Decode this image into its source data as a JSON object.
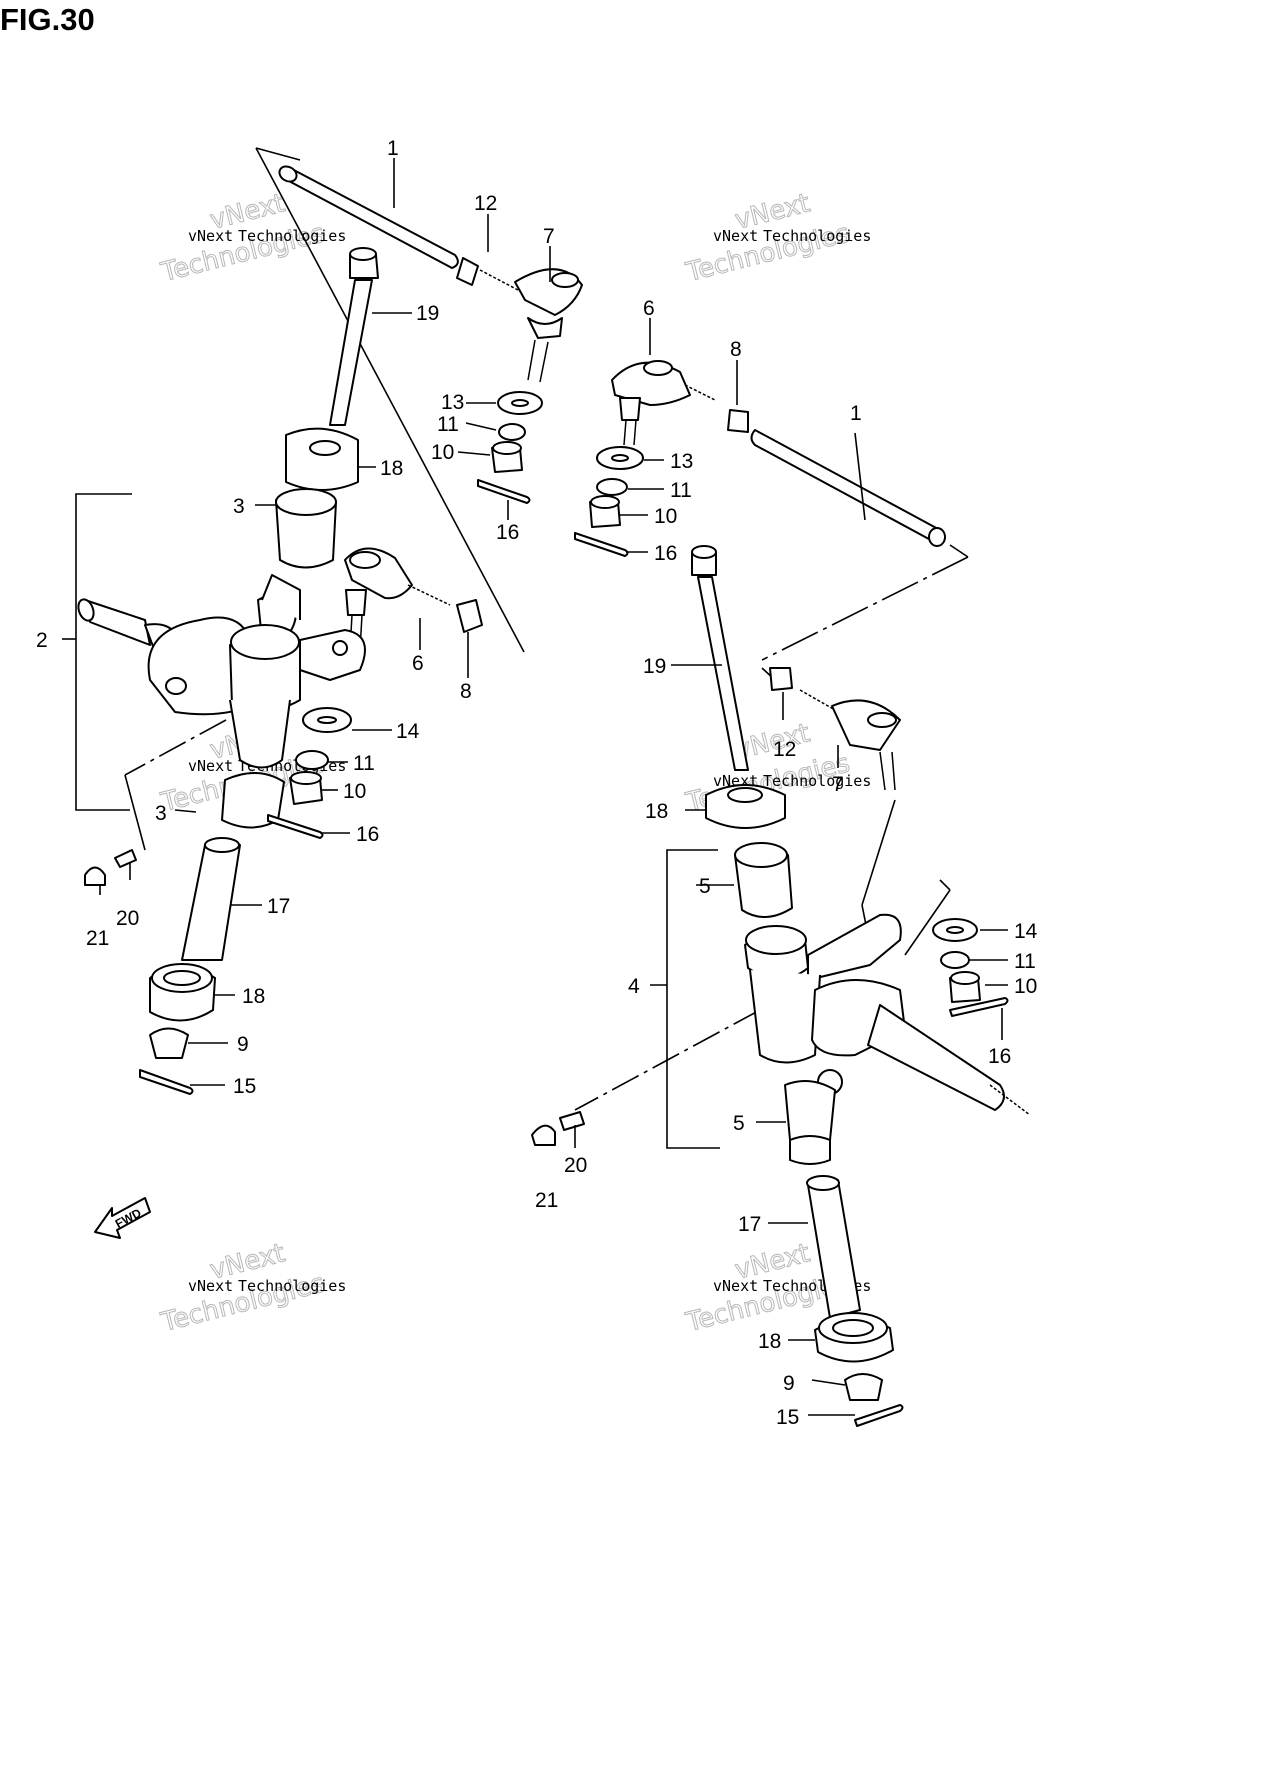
{
  "figure": {
    "title": "FIG.30"
  },
  "watermark": {
    "line1": "vNext",
    "line2": "Technologies"
  },
  "fwd_label": "FWD",
  "callouts": [
    {
      "id": "c1a",
      "label": "1"
    },
    {
      "id": "c12a",
      "label": "12"
    },
    {
      "id": "c7",
      "label": "7"
    },
    {
      "id": "c19a",
      "label": "19"
    },
    {
      "id": "c6a",
      "label": "6"
    },
    {
      "id": "c8a",
      "label": "8"
    },
    {
      "id": "c13a",
      "label": "13"
    },
    {
      "id": "c11a",
      "label": "11"
    },
    {
      "id": "c10a",
      "label": "10"
    },
    {
      "id": "c16a",
      "label": "16"
    },
    {
      "id": "c18a",
      "label": "18"
    },
    {
      "id": "c3a",
      "label": "3"
    },
    {
      "id": "c2",
      "label": "2"
    },
    {
      "id": "c6b",
      "label": "6"
    },
    {
      "id": "c8b",
      "label": "8"
    },
    {
      "id": "c14a",
      "label": "14"
    },
    {
      "id": "c11b",
      "label": "11"
    },
    {
      "id": "c10b",
      "label": "10"
    },
    {
      "id": "c3b",
      "label": "3"
    },
    {
      "id": "c16b",
      "label": "16"
    },
    {
      "id": "c17a",
      "label": "17"
    },
    {
      "id": "c21a",
      "label": "21"
    },
    {
      "id": "c20a",
      "label": "20"
    },
    {
      "id": "c18b",
      "label": "18"
    },
    {
      "id": "c9a",
      "label": "9"
    },
    {
      "id": "c15a",
      "label": "15"
    },
    {
      "id": "c1b",
      "label": "1"
    },
    {
      "id": "c13b",
      "label": "13"
    },
    {
      "id": "c11c",
      "label": "11"
    },
    {
      "id": "c10c",
      "label": "10"
    },
    {
      "id": "c16c",
      "label": "16"
    },
    {
      "id": "c19b",
      "label": "19"
    },
    {
      "id": "c12b",
      "label": "12"
    },
    {
      "id": "c7b",
      "label": "7"
    },
    {
      "id": "c18c",
      "label": "18"
    },
    {
      "id": "c5a",
      "label": "5"
    },
    {
      "id": "c4",
      "label": "4"
    },
    {
      "id": "c14b",
      "label": "14"
    },
    {
      "id": "c11d",
      "label": "11"
    },
    {
      "id": "c10d",
      "label": "10"
    },
    {
      "id": "c16d",
      "label": "16"
    },
    {
      "id": "c5b",
      "label": "5"
    },
    {
      "id": "c20b",
      "label": "20"
    },
    {
      "id": "c21b",
      "label": "21"
    },
    {
      "id": "c17b",
      "label": "17"
    },
    {
      "id": "c18d",
      "label": "18"
    },
    {
      "id": "c9b",
      "label": "9"
    },
    {
      "id": "c15b",
      "label": "15"
    }
  ]
}
